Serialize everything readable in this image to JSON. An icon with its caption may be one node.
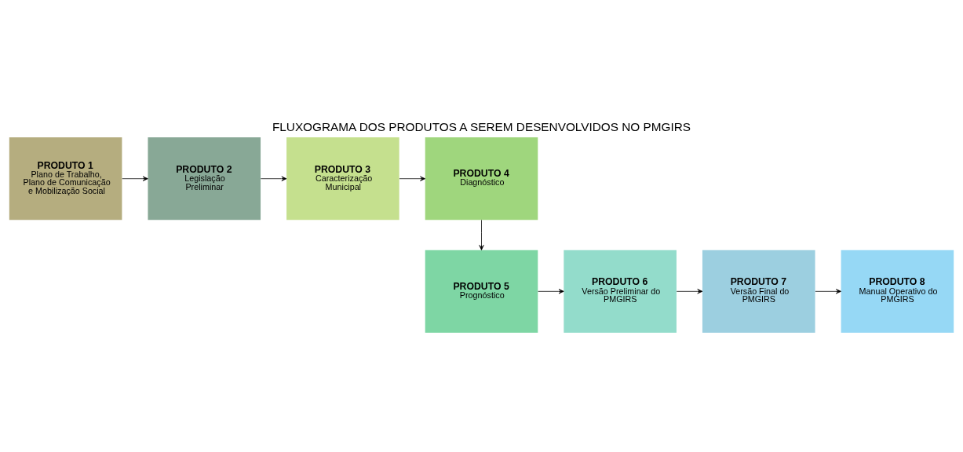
{
  "diagram": {
    "title": "FLUXOGRAMA DOS PRODUTOS A SEREM DESENVOLVIDOS NO PMGIRS",
    "nodes": [
      {
        "text": [
          "PRODUTO 1",
          "Plano de Trabalho, Plano de Comunicação e Mobilização Social"
        ]
      },
      {
        "text": [
          "PRODUTO 2",
          "Legislação Preliminar"
        ]
      },
      {
        "text": [
          "PRODUTO 3",
          "Caracterização Municipal"
        ]
      },
      {
        "text": [
          "PRODUTO 4",
          "Diagnóstico"
        ]
      },
      {
        "text": [
          "PRODUTO 5",
          "Prognóstico"
        ]
      },
      {
        "text": [
          "PRODUTO 6",
          "Versão Preliminar do PMGIRS"
        ]
      },
      {
        "text": [
          "PRODUTO 7",
          "Versão Final do PMGIRS"
        ]
      },
      {
        "text": [
          "PRODUTO 8",
          "Manual Operativo do PMGIRS"
        ]
      }
    ],
    "edges": [
      {
        "from": 0,
        "to": 1,
        "arrow": "to"
      },
      {
        "from": 1,
        "to": 2,
        "arrow": "to"
      },
      {
        "from": 2,
        "to": 3,
        "arrow": "to"
      },
      {
        "from": 3,
        "to": 4,
        "arrow": "to"
      },
      {
        "from": 4,
        "to": 5,
        "arrow": "to"
      },
      {
        "from": 5,
        "to": 6,
        "arrow": "to"
      },
      {
        "from": 6,
        "to": 7,
        "arrow": "to"
      }
    ]
  }
}
